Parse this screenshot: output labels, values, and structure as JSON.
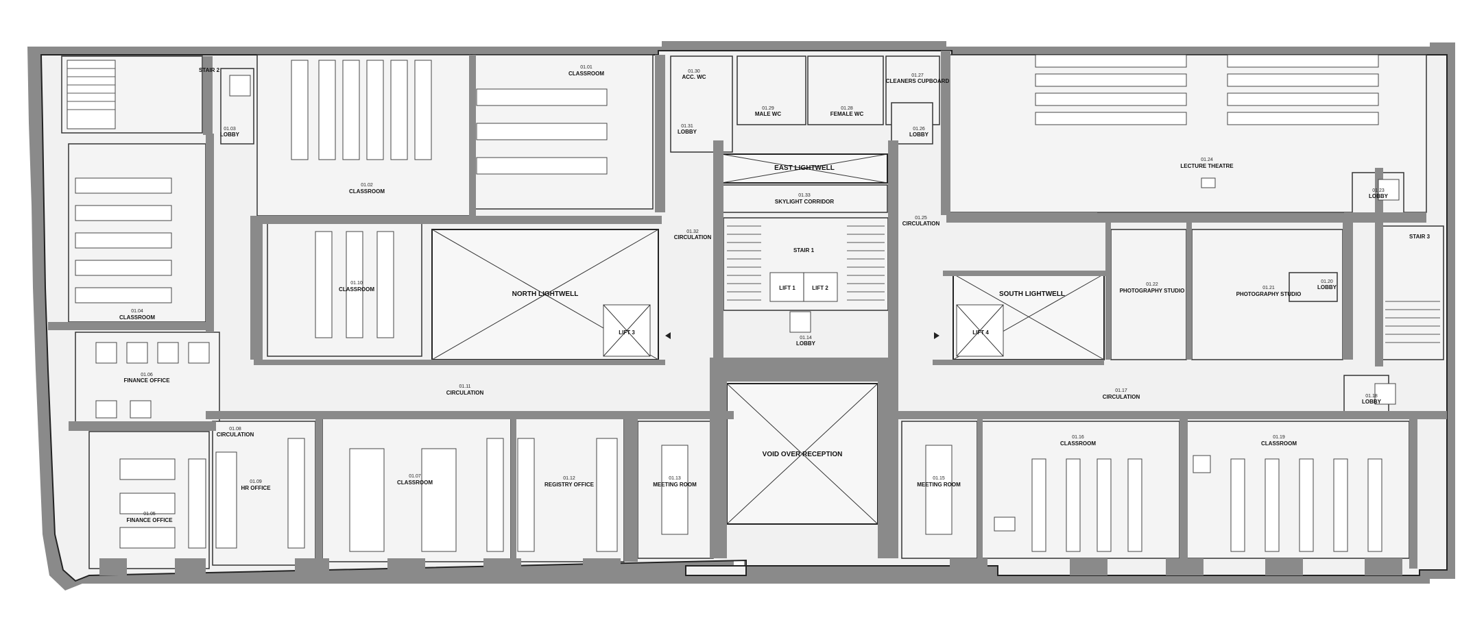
{
  "plan": {
    "stairs": {
      "stair2": "STAIR 2",
      "stair1": "STAIR 1",
      "stair3": "STAIR 3"
    },
    "lifts": {
      "lift1": "LIFT 1",
      "lift2": "LIFT 2",
      "lift3": "LIFT 3",
      "lift4": "LIFT 4"
    },
    "voids": {
      "north_lightwell": "NORTH LIGHTWELL",
      "south_lightwell": "SOUTH LIGHTWELL",
      "east_lightwell": "EAST LIGHTWELL",
      "void_reception": "VOID OVER RECEPTION"
    },
    "rooms": [
      {
        "id": "r0103",
        "num": "01.03",
        "name": "LOBBY"
      },
      {
        "id": "r0102",
        "num": "01.02",
        "name": "CLASSROOM"
      },
      {
        "id": "r0101",
        "num": "01.01",
        "name": "CLASSROOM"
      },
      {
        "id": "r0130",
        "num": "01.30",
        "name": "ACC. WC"
      },
      {
        "id": "r0131",
        "num": "01.31",
        "name": "LOBBY"
      },
      {
        "id": "r0129",
        "num": "01.29",
        "name": "MALE WC"
      },
      {
        "id": "r0128",
        "num": "01.28",
        "name": "FEMALE WC"
      },
      {
        "id": "r0127",
        "num": "01.27",
        "name": "CLEANERS CUPBOARD"
      },
      {
        "id": "r0126",
        "num": "01.26",
        "name": "LOBBY"
      },
      {
        "id": "r0124",
        "num": "01.24",
        "name": "LECTURE THEATRE"
      },
      {
        "id": "r0123",
        "num": "01.23",
        "name": "LOBBY"
      },
      {
        "id": "r0133",
        "num": "01.33",
        "name": "SKYLIGHT CORRIDOR"
      },
      {
        "id": "r0132",
        "num": "01.32",
        "name": "CIRCULATION"
      },
      {
        "id": "r0125",
        "num": "01.25",
        "name": "CIRCULATION"
      },
      {
        "id": "r0104",
        "num": "01.04",
        "name": "CLASSROOM"
      },
      {
        "id": "r0110",
        "num": "01.10",
        "name": "CLASSROOM"
      },
      {
        "id": "r0122",
        "num": "01.22",
        "name": "PHOTOGRAPHY STUDIO"
      },
      {
        "id": "r0121",
        "num": "01.21",
        "name": "PHOTOGRAPHY STUDIO"
      },
      {
        "id": "r0120",
        "num": "01.20",
        "name": "LOBBY"
      },
      {
        "id": "r0114",
        "num": "01.14",
        "name": "LOBBY"
      },
      {
        "id": "r0106",
        "num": "01.06",
        "name": "FINANCE OFFICE"
      },
      {
        "id": "r0111",
        "num": "01.11",
        "name": "CIRCULATION"
      },
      {
        "id": "r0117",
        "num": "01.17",
        "name": "CIRCULATION"
      },
      {
        "id": "r0118",
        "num": "01.18",
        "name": "LOBBY"
      },
      {
        "id": "r0108",
        "num": "01.08",
        "name": "CIRCULATION"
      },
      {
        "id": "r0109",
        "num": "01.09",
        "name": "HR OFFICE"
      },
      {
        "id": "r0107",
        "num": "01.07",
        "name": "CLASSROOM"
      },
      {
        "id": "r0112",
        "num": "01.12",
        "name": "REGISTRY OFFICE"
      },
      {
        "id": "r0113",
        "num": "01.13",
        "name": "MEETING ROOM"
      },
      {
        "id": "r0115",
        "num": "01.15",
        "name": "MEETING ROOM"
      },
      {
        "id": "r0116",
        "num": "01.16",
        "name": "CLASSROOM"
      },
      {
        "id": "r0119",
        "num": "01.19",
        "name": "CLASSROOM"
      },
      {
        "id": "r0105",
        "num": "01.05",
        "name": "FINANCE OFFICE"
      }
    ]
  }
}
